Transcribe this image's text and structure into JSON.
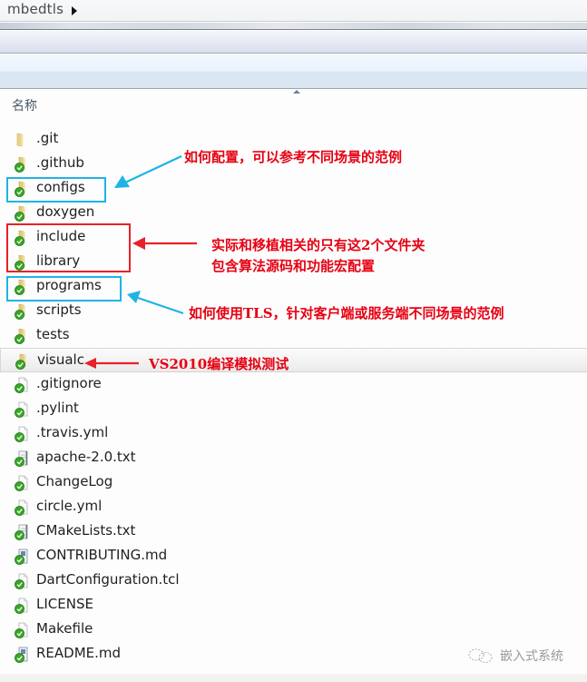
{
  "breadcrumb": {
    "folder": "mbedtls"
  },
  "column_header": {
    "name": "名称"
  },
  "items": [
    {
      "name": ".git",
      "type": "folder-plain"
    },
    {
      "name": ".github",
      "type": "folder-synced"
    },
    {
      "name": "configs",
      "type": "folder-synced"
    },
    {
      "name": "doxygen",
      "type": "folder-synced"
    },
    {
      "name": "include",
      "type": "folder-synced"
    },
    {
      "name": "library",
      "type": "folder-synced"
    },
    {
      "name": "programs",
      "type": "folder-synced"
    },
    {
      "name": "scripts",
      "type": "folder-synced"
    },
    {
      "name": "tests",
      "type": "folder-synced"
    },
    {
      "name": "visualc",
      "type": "folder-synced",
      "hover": true
    },
    {
      "name": ".gitignore",
      "type": "file-synced"
    },
    {
      "name": ".pylint",
      "type": "file-synced"
    },
    {
      "name": ".travis.yml",
      "type": "file-synced"
    },
    {
      "name": "apache-2.0.txt",
      "type": "text-synced"
    },
    {
      "name": "ChangeLog",
      "type": "file-synced"
    },
    {
      "name": "circle.yml",
      "type": "file-synced"
    },
    {
      "name": "CMakeLists.txt",
      "type": "text-synced"
    },
    {
      "name": "CONTRIBUTING.md",
      "type": "doc-synced"
    },
    {
      "name": "DartConfiguration.tcl",
      "type": "file-synced"
    },
    {
      "name": "LICENSE",
      "type": "file-synced"
    },
    {
      "name": "Makefile",
      "type": "file-synced"
    },
    {
      "name": "README.md",
      "type": "doc-synced"
    }
  ],
  "annotations": {
    "configs_note": "如何配置，可以参考不同场景的范例",
    "core_note_line1": "实际和移植相关的只有这2个文件夹",
    "core_note_line2": "包含算法源码和功能宏配置",
    "programs_note": "如何使用TLS，针对客户端或服务端不同场景的范例",
    "visualc_note": "VS2010编译模拟测试"
  },
  "colors": {
    "annotation_text": "#e60012",
    "cyan_box": "#1fb3e6",
    "red_box": "#e8222a",
    "sync_badge": "#3aa52a"
  },
  "watermark": {
    "text": "嵌入式系统",
    "icon": "wechat-icon"
  }
}
